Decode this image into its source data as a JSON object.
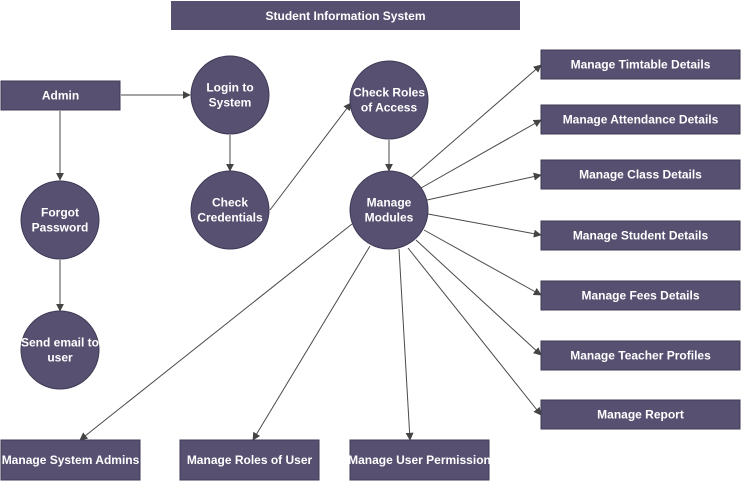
{
  "title": "Student Information System",
  "colors": {
    "node_fill": "#575071",
    "node_stroke": "#3f3a55",
    "edge": "#4a4a4a",
    "text": "#ffffff",
    "background": "#ffffff"
  },
  "nodes": {
    "admin": {
      "label": [
        "Admin"
      ]
    },
    "login": {
      "label": [
        "Login to",
        "System"
      ]
    },
    "check_credentials": {
      "label": [
        "Check",
        "Credentials"
      ]
    },
    "check_roles": {
      "label": [
        "Check Roles",
        "of Access"
      ]
    },
    "manage_modules": {
      "label": [
        "Manage",
        "Modules"
      ]
    },
    "forgot_password": {
      "label": [
        "Forgot",
        "Password"
      ]
    },
    "send_email": {
      "label": [
        "Send email to",
        "user"
      ]
    },
    "timetable": {
      "label": [
        "Manage Timtable Details"
      ]
    },
    "attendance": {
      "label": [
        "Manage Attendance Details"
      ]
    },
    "class": {
      "label": [
        "Manage Class Details"
      ]
    },
    "student": {
      "label": [
        "Manage Student Details"
      ]
    },
    "fees": {
      "label": [
        "Manage Fees Details"
      ]
    },
    "teacher": {
      "label": [
        "Manage Teacher Profiles"
      ]
    },
    "report": {
      "label": [
        "Manage Report"
      ]
    },
    "system_admins": {
      "label": [
        "Manage System Admins"
      ]
    },
    "roles_of_user": {
      "label": [
        "Manage Roles of User"
      ]
    },
    "user_permission": {
      "label": [
        "Manage User Permission"
      ]
    }
  },
  "edges": [
    {
      "from": "admin",
      "to": "login"
    },
    {
      "from": "admin",
      "to": "forgot_password"
    },
    {
      "from": "forgot_password",
      "to": "send_email"
    },
    {
      "from": "login",
      "to": "check_credentials"
    },
    {
      "from": "check_credentials",
      "to": "check_roles"
    },
    {
      "from": "check_roles",
      "to": "manage_modules"
    },
    {
      "from": "manage_modules",
      "to": "timetable"
    },
    {
      "from": "manage_modules",
      "to": "attendance"
    },
    {
      "from": "manage_modules",
      "to": "class"
    },
    {
      "from": "manage_modules",
      "to": "student"
    },
    {
      "from": "manage_modules",
      "to": "fees"
    },
    {
      "from": "manage_modules",
      "to": "teacher"
    },
    {
      "from": "manage_modules",
      "to": "report"
    },
    {
      "from": "manage_modules",
      "to": "system_admins"
    },
    {
      "from": "manage_modules",
      "to": "roles_of_user"
    },
    {
      "from": "manage_modules",
      "to": "user_permission"
    }
  ]
}
